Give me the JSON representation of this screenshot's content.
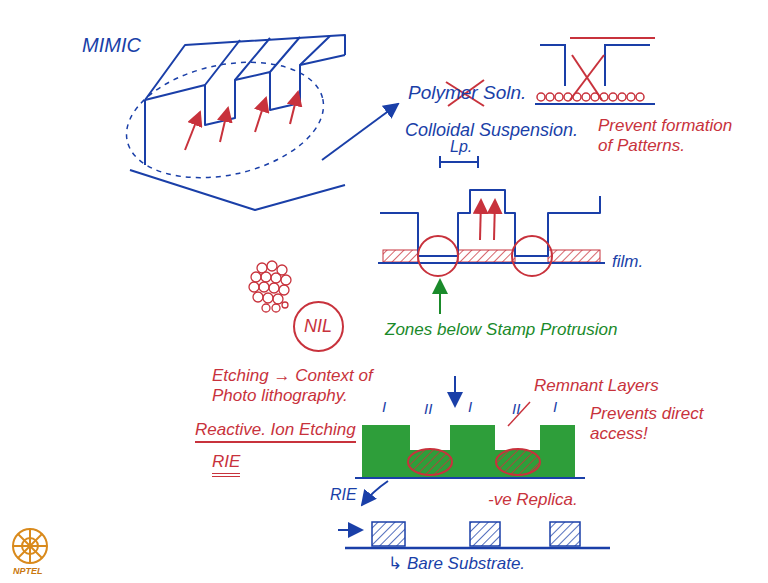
{
  "diagram": {
    "title": "MIMIC",
    "nodes": [
      {
        "text": [
          "NIL"
        ]
      }
    ],
    "edges": [],
    "labels": [
      "Polymer Soln.",
      "Colloidal Suspension.",
      "Prevent formation of Patterns.",
      "Lp.",
      "film.",
      "Zones below Stamp Protrusion",
      "Etching → Context of Photo lithography.",
      "Reactive. Ion Etching",
      "RIE",
      "I",
      "II",
      "I",
      "II",
      "I",
      "Remnant Layers",
      "Prevents direct access!",
      "RIE",
      "-ve Replica.",
      "↳ Bare Substrate.",
      "NPTEL"
    ]
  }
}
